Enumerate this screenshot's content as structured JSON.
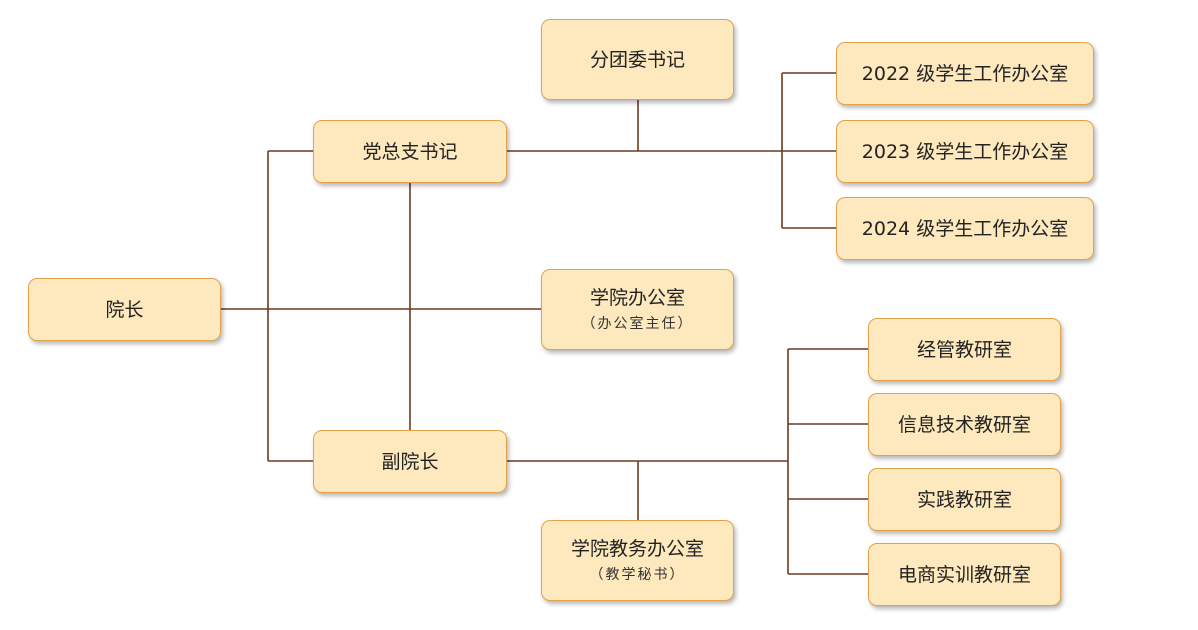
{
  "colors": {
    "box_fill": "#fde9bd",
    "box_border": "#e3a24a",
    "line": "#6b3a20"
  },
  "nodes": {
    "dean": {
      "label": "院长"
    },
    "party_secretary": {
      "label": "党总支书记"
    },
    "vice_dean": {
      "label": "副院长"
    },
    "youth_league_secretary": {
      "label": "分团委书记"
    },
    "college_office": {
      "label": "学院办公室",
      "sub": "（办公室主任）"
    },
    "academic_affairs_office": {
      "label": "学院教务办公室",
      "sub": "（教学秘书）"
    },
    "student_office_2022": {
      "label": "2022 级学生工作办公室"
    },
    "student_office_2023": {
      "label": "2023 级学生工作办公室"
    },
    "student_office_2024": {
      "label": "2024 级学生工作办公室"
    },
    "management_teaching_office": {
      "label": "经管教研室"
    },
    "it_teaching_office": {
      "label": "信息技术教研室"
    },
    "practice_teaching_office": {
      "label": "实践教研室"
    },
    "ecommerce_teaching_office": {
      "label": "电商实训教研室"
    }
  }
}
